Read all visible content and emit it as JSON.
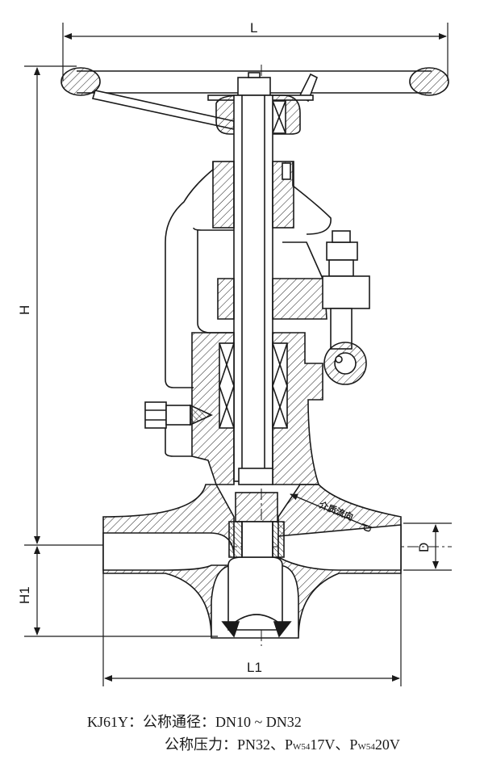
{
  "dimensions": {
    "L": "L",
    "H": "H",
    "H1": "H1",
    "L1": "L1",
    "D": "D",
    "d": "d"
  },
  "flow_label": "介质流向",
  "caption": {
    "model": "KJ61Y：",
    "line1_label": "公称通径：",
    "line1_value": "DN10 ~ DN32",
    "line2_label": "公称压力：",
    "pressure_1": "PN32、",
    "pressure_2_main": "P",
    "pressure_2_sub": "W54",
    "pressure_2_tail": "17V、",
    "pressure_3_main": "P",
    "pressure_3_sub": "W54",
    "pressure_3_tail": "20V"
  },
  "colors": {
    "line": "#1a1a1a",
    "background": "#ffffff"
  }
}
